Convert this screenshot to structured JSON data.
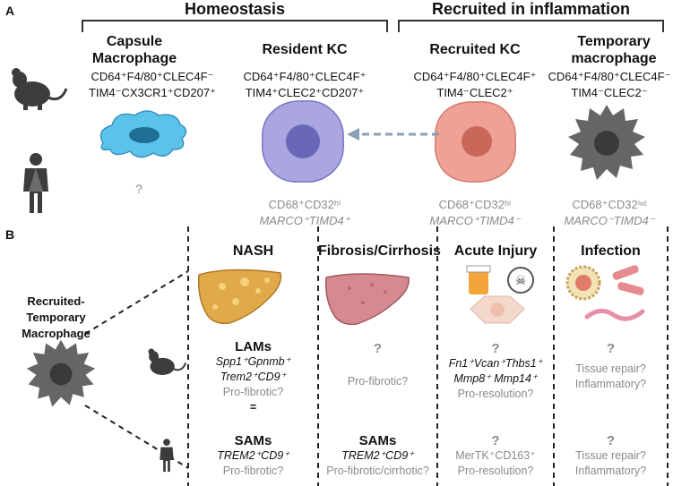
{
  "panel_a": {
    "letter": "A",
    "header_homeostasis": "Homeostasis",
    "header_recruited": "Recruited in inflammation",
    "columns": [
      {
        "title_line1": "Capsule",
        "title_line2": "Macrophage",
        "mouse_marker_line1": "CD64⁺F4/80⁺CLEC4F⁻",
        "mouse_marker_line2": "TIM4⁻CX3CR1⁺CD207⁺",
        "human_line1": "?",
        "human_line2": ""
      },
      {
        "title_line1": "Resident KC",
        "title_line2": "",
        "mouse_marker_line1": "CD64⁺F4/80⁺CLEC4F⁺",
        "mouse_marker_line2": "TIM4⁺CLEC2⁺CD207⁺",
        "human_line1": "CD68⁺CD32ʰⁱ",
        "human_line2": "MARCO⁺TIMD4⁺"
      },
      {
        "title_line1": "Recruited KC",
        "title_line2": "",
        "mouse_marker_line1": "CD64⁺F4/80⁺CLEC4F⁺",
        "mouse_marker_line2": "TIM4⁻CLEC2⁺",
        "human_line1": "CD68⁺CD32ʰⁱ",
        "human_line2": "MARCO⁺TIMD4⁻"
      },
      {
        "title_line1": "Temporary",
        "title_line2": "macrophage",
        "mouse_marker_line1": "CD64⁺F4/80⁺CLEC4F⁻",
        "mouse_marker_line2": "TIM4⁻CLEC2⁻",
        "human_line1": "CD68⁺CD32ⁱⁿᵗ",
        "human_line2": "MARCO⁻TIMD4⁻"
      }
    ]
  },
  "panel_b": {
    "letter": "B",
    "left_label_line1": "Recruited-Temporary",
    "left_label_line2": "Macrophage",
    "columns": [
      {
        "title": "NASH",
        "mouse_lines": [
          "LAMs",
          "Spp1⁺Gpnmb⁺",
          "Trem2⁺CD9⁺",
          "Pro-fibrotic?",
          "="
        ],
        "human_lines": [
          "SAMs",
          "TREM2⁺CD9⁺",
          "Pro-fibrotic?"
        ]
      },
      {
        "title": "Fibrosis/Cirrhosis",
        "mouse_lines": [
          "?",
          "Pro-fibrotic?"
        ],
        "human_lines": [
          "SAMs",
          "TREM2⁺CD9⁺",
          "Pro-fibrotic/cirrhotic?"
        ]
      },
      {
        "title": "Acute Injury",
        "mouse_lines": [
          "?",
          "Fn1⁺Vcan⁺Thbs1⁺",
          "Mmp8⁺ Mmp14⁺",
          "Pro-resolution?"
        ],
        "human_lines": [
          "?",
          "MerTK⁺CD163⁺",
          "Pro-resolution?"
        ]
      },
      {
        "title": "Infection",
        "mouse_lines": [
          "?",
          "Tissue repair?",
          "Inflammatory?"
        ],
        "human_lines": [
          "?",
          "Tissue repair?",
          "Inflammatory?"
        ]
      }
    ]
  },
  "colors": {
    "resident_kc": "#a9a6e0",
    "recruited_kc": "#f0a195",
    "temporary": "#666666",
    "capsule": "#5bc3ea",
    "nash_liver": "#e0a94a",
    "fibrosis_liver": "#d48a8e"
  }
}
